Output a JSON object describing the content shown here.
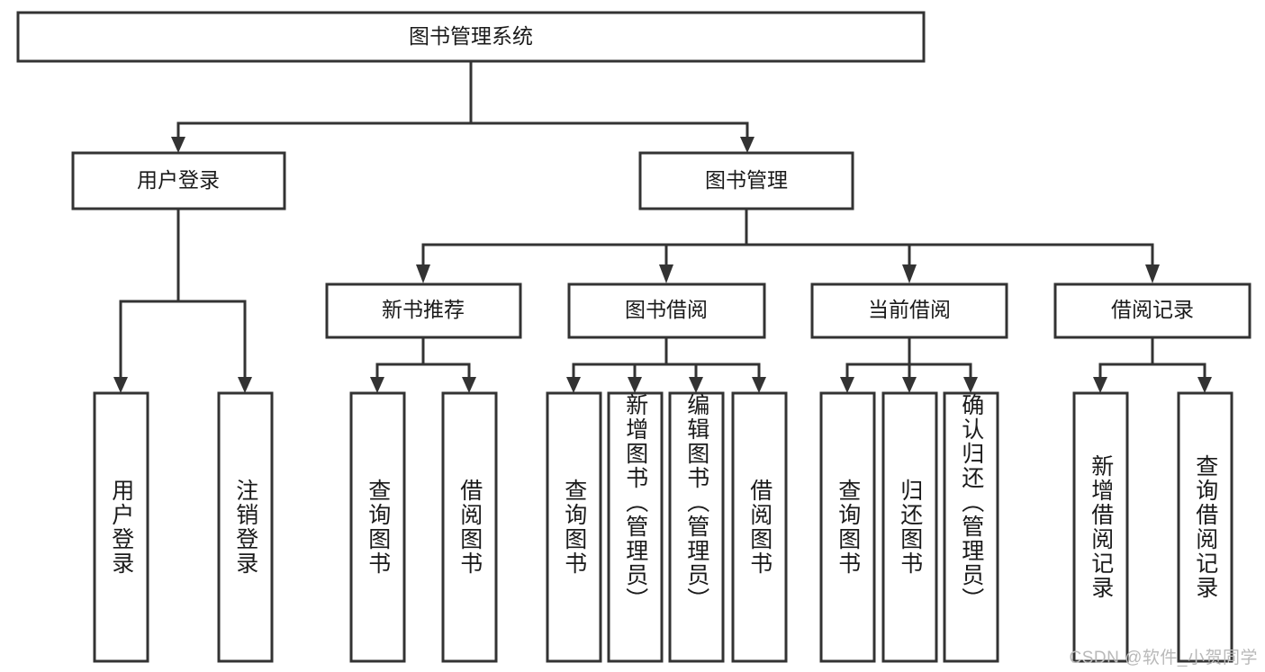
{
  "diagram": {
    "title": "图书管理系统",
    "type": "tree-hierarchy-diagram",
    "orientation": "top-down",
    "colors": {
      "box_stroke": "#333333",
      "box_fill": "#ffffff",
      "edge": "#333333",
      "text": "#1a1a1a",
      "watermark": "#b9b9b9"
    },
    "root": {
      "label": "图书管理系统"
    },
    "level2": [
      {
        "id": "user-login",
        "label": "用户登录"
      },
      {
        "id": "book-management",
        "label": "图书管理"
      }
    ],
    "level3": [
      {
        "id": "new-book-recommend",
        "label": "新书推荐",
        "parent": "book-management"
      },
      {
        "id": "book-borrow",
        "label": "图书借阅",
        "parent": "book-management"
      },
      {
        "id": "current-borrow",
        "label": "当前借阅",
        "parent": "book-management"
      },
      {
        "id": "borrow-record",
        "label": "借阅记录",
        "parent": "book-management"
      }
    ],
    "leaves": [
      {
        "id": "leaf-user-login",
        "label": "用户登录",
        "parent": "user-login"
      },
      {
        "id": "leaf-logout-login",
        "label": "注销登录",
        "parent": "user-login"
      },
      {
        "id": "leaf-query-book-1",
        "label": "查询图书",
        "parent": "new-book-recommend"
      },
      {
        "id": "leaf-borrow-book-1",
        "label": "借阅图书",
        "parent": "new-book-recommend"
      },
      {
        "id": "leaf-query-book-2",
        "label": "查询图书",
        "parent": "book-borrow"
      },
      {
        "id": "leaf-add-book",
        "label": "新增图书（管理员）",
        "parent": "book-borrow"
      },
      {
        "id": "leaf-edit-book",
        "label": "编辑图书（管理员）",
        "parent": "book-borrow"
      },
      {
        "id": "leaf-borrow-book-2",
        "label": "借阅图书",
        "parent": "book-borrow"
      },
      {
        "id": "leaf-query-book-3",
        "label": "查询图书",
        "parent": "current-borrow"
      },
      {
        "id": "leaf-return-book",
        "label": "归还图书",
        "parent": "current-borrow"
      },
      {
        "id": "leaf-confirm-return",
        "label": "确认归还（管理员）",
        "parent": "current-borrow"
      },
      {
        "id": "leaf-add-record",
        "label": "新增借阅记录",
        "parent": "borrow-record"
      },
      {
        "id": "leaf-query-record",
        "label": "查询借阅记录",
        "parent": "borrow-record"
      }
    ]
  },
  "watermark": {
    "text": "CSDN @软件_小贺同学"
  }
}
